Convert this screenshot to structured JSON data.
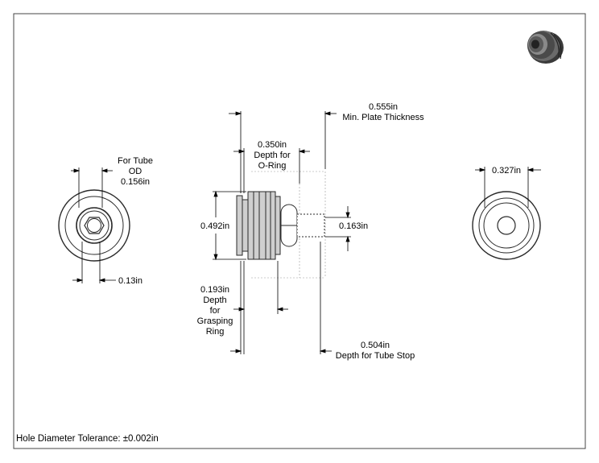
{
  "tolerance_note": "Hole Diameter Tolerance: ±0.002in",
  "dimensions": {
    "tube_od": [
      "For Tube",
      "OD",
      "0.156in"
    ],
    "left_small": "0.13in",
    "plate_thickness": [
      "0.555in",
      "Min. Plate Thickness"
    ],
    "oring_depth": [
      "0.350in",
      "Depth for",
      "O-Ring"
    ],
    "overall_diameter": "0.492in",
    "inner_diameter": "0.163in",
    "grasping_depth": [
      "0.193in",
      "Depth",
      "for",
      "Grasping",
      "Ring"
    ],
    "tube_stop_depth": [
      "0.504in",
      "Depth for Tube Stop"
    ],
    "right_diameter": "0.327in"
  },
  "colors": {
    "line": "#000000",
    "part_fill": "#cfcfcf",
    "part_stroke": "#2a2a2a",
    "thumb_body": "#555555"
  }
}
